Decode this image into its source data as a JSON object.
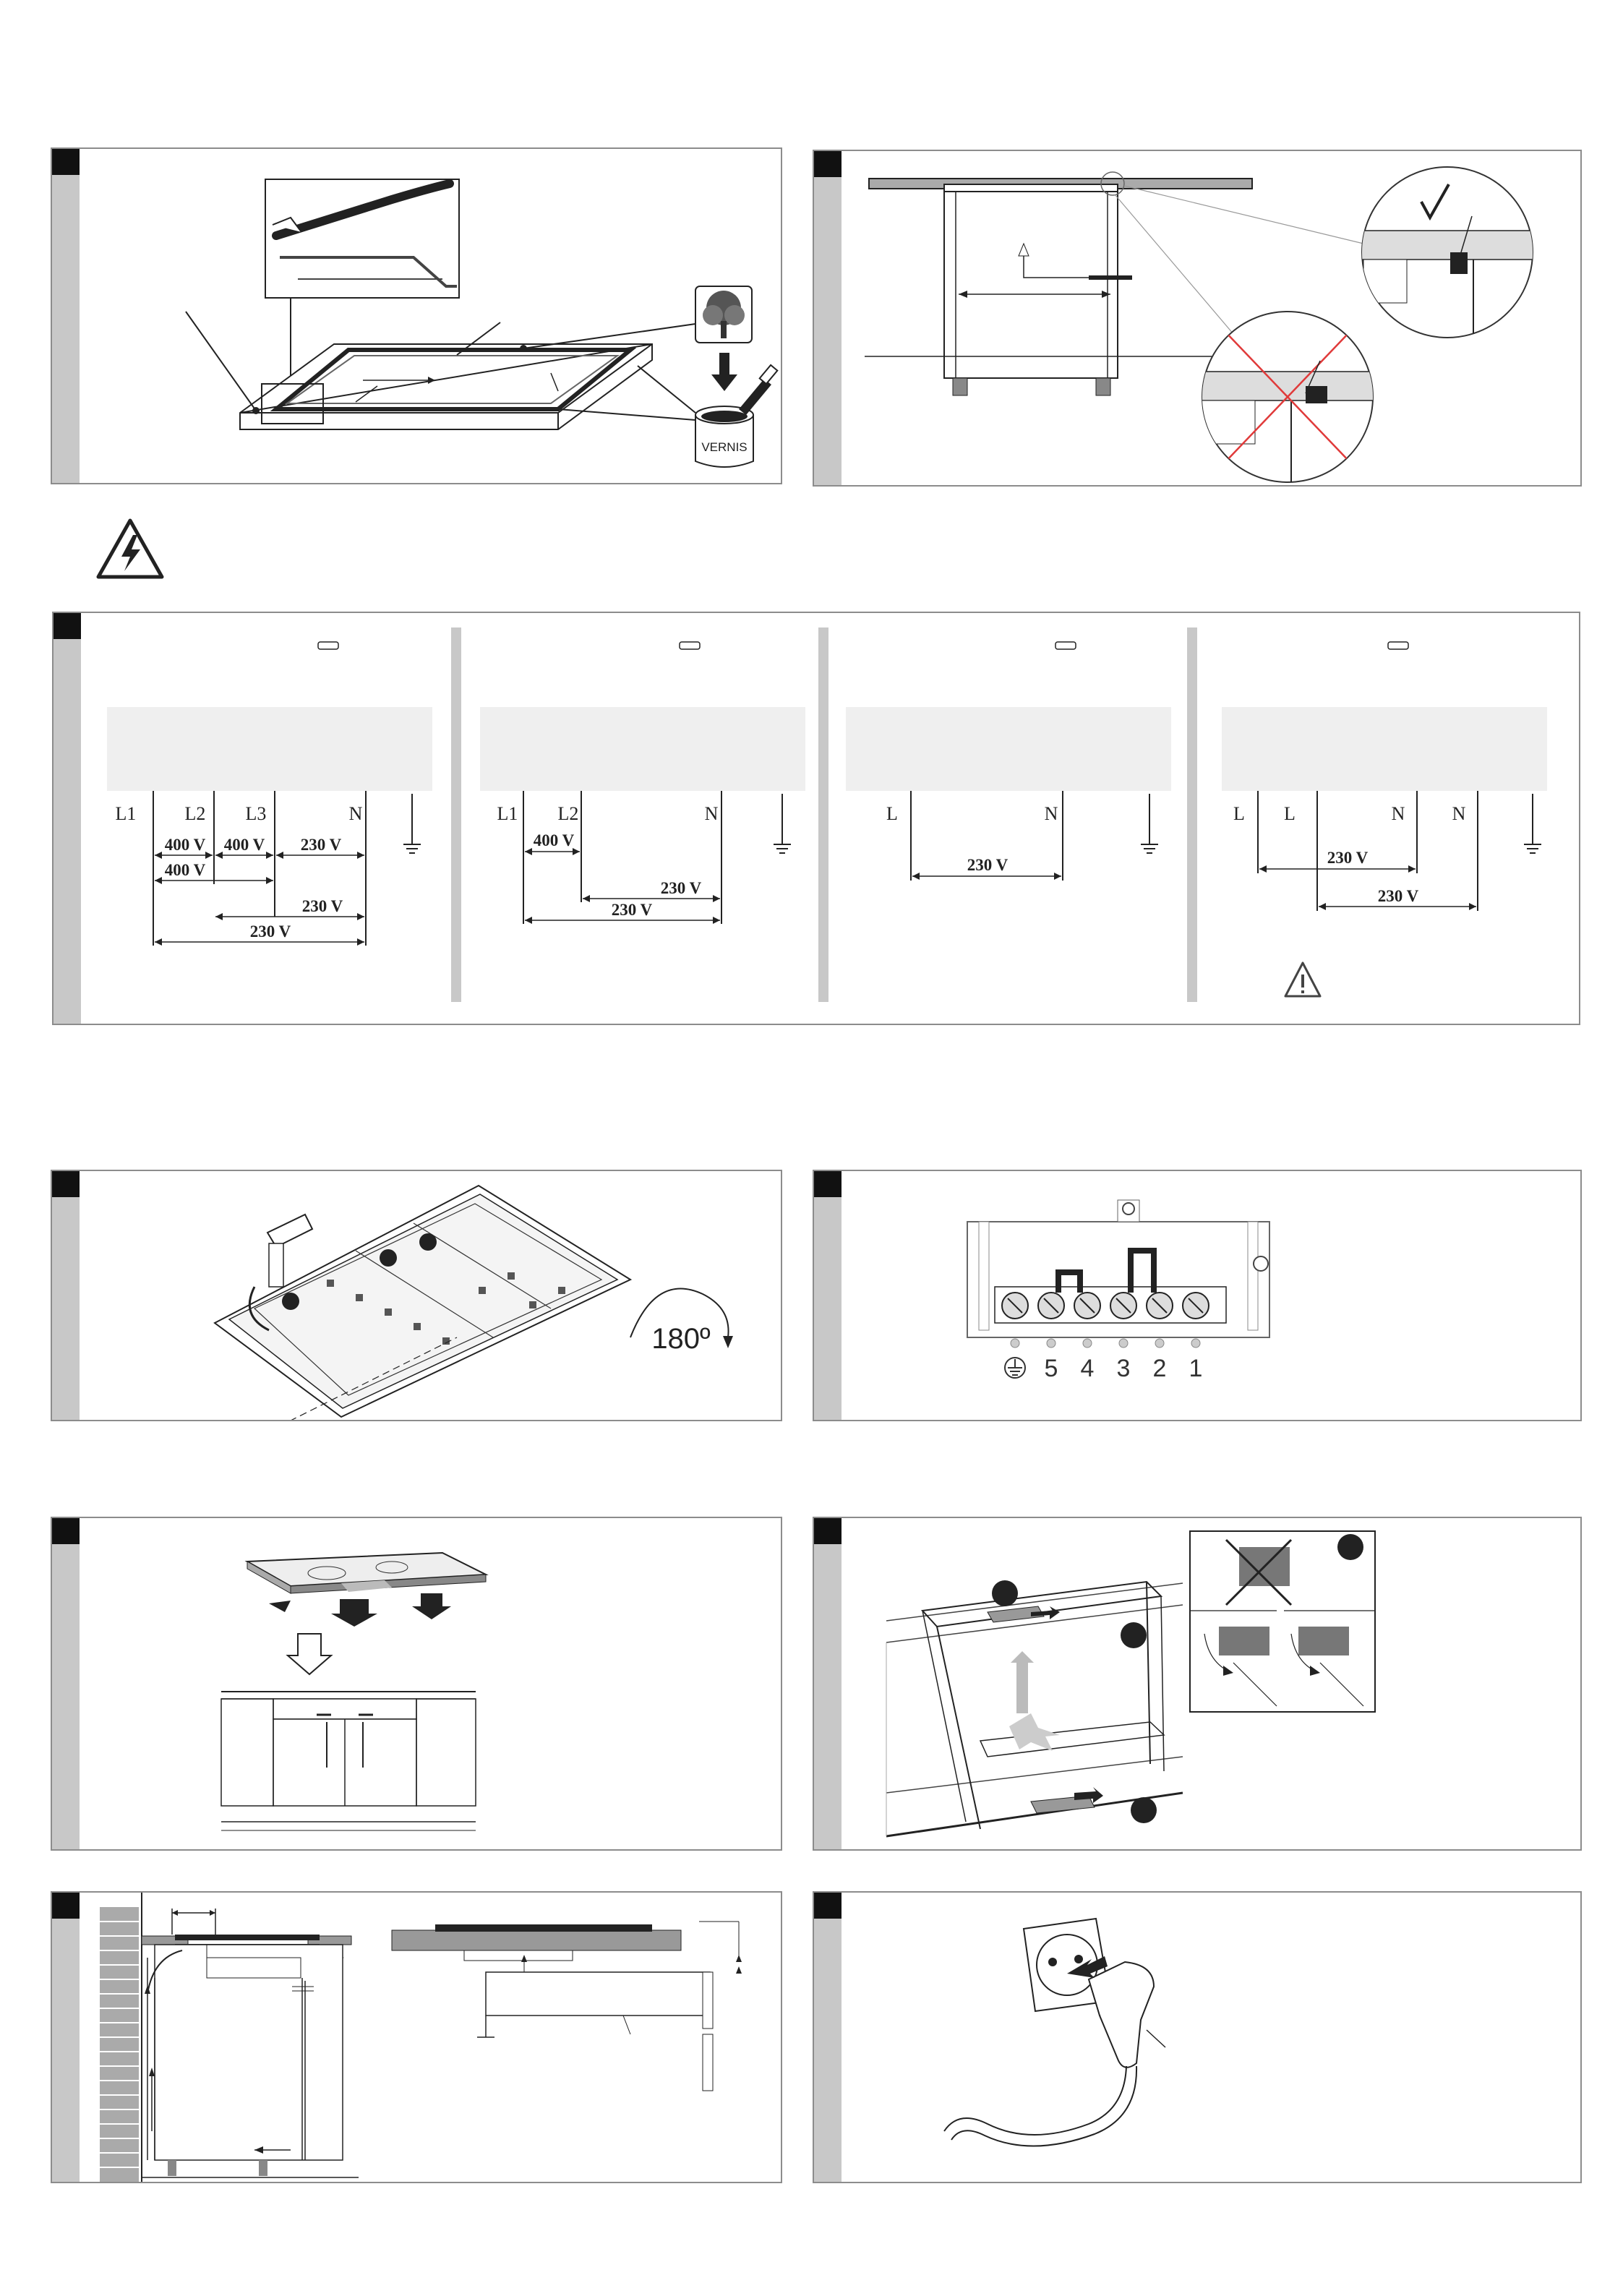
{
  "panels": {
    "p1": {
      "paint_label": "VERNIS"
    },
    "p2": {},
    "p3": {
      "diagrams": [
        {
          "terminals": [
            "L1",
            "L2",
            "L3",
            "N"
          ],
          "voltages": [
            "400 V",
            "400 V",
            "230 V",
            "400 V",
            "230 V",
            "230 V"
          ]
        },
        {
          "terminals": [
            "L1",
            "L2",
            "N"
          ],
          "voltages": [
            "400 V",
            "230 V",
            "230 V"
          ]
        },
        {
          "terminals": [
            "L",
            "N"
          ],
          "voltages": [
            "230 V"
          ]
        },
        {
          "terminals": [
            "L",
            "L",
            "N",
            "N"
          ],
          "voltages": [
            "230 V",
            "230 V"
          ]
        }
      ]
    },
    "p4": {
      "rotation": "180º"
    },
    "p5": {
      "terminal_numbers": [
        "5",
        "4",
        "3",
        "2",
        "1"
      ]
    }
  },
  "colors": {
    "frame": "#8c8c8c",
    "side_strip": "#c8c8c8",
    "tab": "#111111",
    "wrong_cross": "#e03a3a"
  },
  "icons": [
    "electric-shock-warning-icon",
    "caution-warning-icon",
    "tree-icon",
    "check-icon",
    "ground-symbol-icon"
  ]
}
